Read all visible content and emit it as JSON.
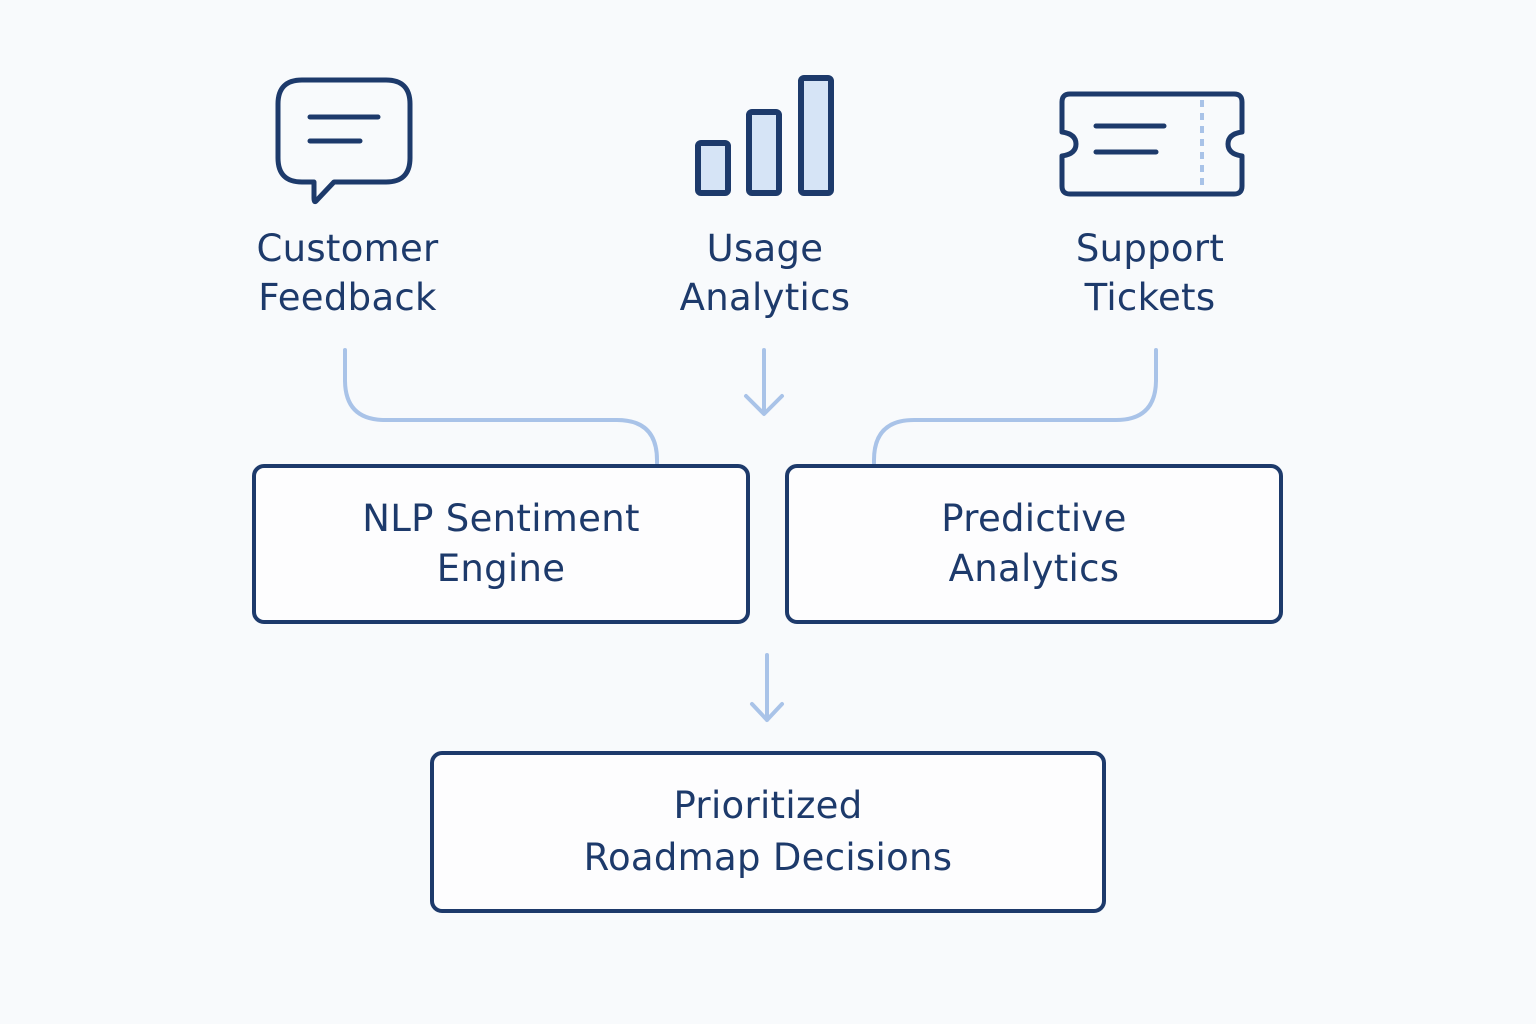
{
  "colors": {
    "primary": "#1d3a6b",
    "connector": "#a9c3e8",
    "icon_fill": "#d6e4f6",
    "background": "#f8fafc"
  },
  "sources": [
    {
      "label": "Customer\nFeedback",
      "icon": "chat-bubble-icon"
    },
    {
      "label": "Usage\nAnalytics",
      "icon": "bar-chart-icon"
    },
    {
      "label": "Support\nTickets",
      "icon": "ticket-icon"
    }
  ],
  "processes": [
    {
      "label": "NLP Sentiment\nEngine"
    },
    {
      "label": "Predictive\nAnalytics"
    }
  ],
  "output": {
    "label": "Prioritized\nRoadmap Decisions"
  },
  "edges": [
    {
      "from": "Customer Feedback",
      "to": "NLP Sentiment Engine"
    },
    {
      "from": "Usage Analytics",
      "to": "processing layer"
    },
    {
      "from": "Support Tickets",
      "to": "Predictive Analytics"
    },
    {
      "from": "processing layer",
      "to": "Prioritized Roadmap Decisions"
    }
  ]
}
